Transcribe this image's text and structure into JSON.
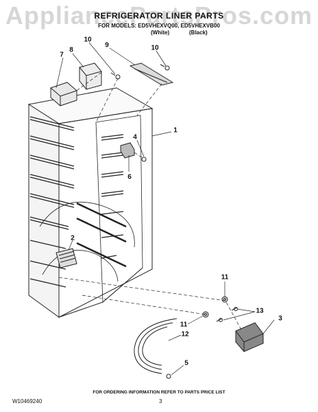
{
  "watermark": "AppliancePartsPros.com",
  "header": {
    "title": "REFRIGERATOR LINER PARTS",
    "models_line": "FOR MODELS: ED5VHEXVQ00, ED5VHEXVB00",
    "variant_white": "(White)",
    "variant_black": "(Black)"
  },
  "callouts": [
    "1",
    "2",
    "3",
    "4",
    "5",
    "6",
    "7",
    "8",
    "9",
    "10",
    "10",
    "11",
    "11",
    "12",
    "13"
  ],
  "footer": {
    "note": "FOR ORDERING INFORMATION REFER TO PARTS PRICE LIST",
    "doc_number": "W10469240",
    "page_number": "3"
  }
}
